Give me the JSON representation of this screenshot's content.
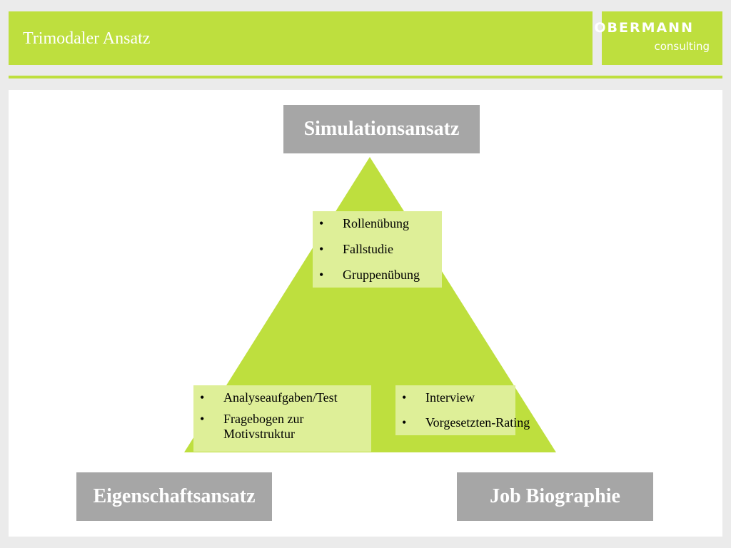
{
  "header": {
    "title": "Trimodaler Ansatz"
  },
  "logo": {
    "name": "OBERMANN",
    "sub": "consulting"
  },
  "colors": {
    "accent_green": "#bedf3e",
    "light_green": "#deef98",
    "box_gray": "#a6a6a6"
  },
  "diagram": {
    "top": {
      "label": "Simulationsansatz",
      "items": [
        "Rollenübung",
        "Fallstudie",
        "Gruppenübung"
      ]
    },
    "left": {
      "label": "Eigenschaftsansatz",
      "items": [
        "Analyseaufgaben/Test",
        "Fragebogen zur",
        "Motivstruktur"
      ]
    },
    "right": {
      "label": "Job Biographie",
      "items": [
        "Interview",
        "Vorgesetzten-Rating"
      ]
    }
  }
}
